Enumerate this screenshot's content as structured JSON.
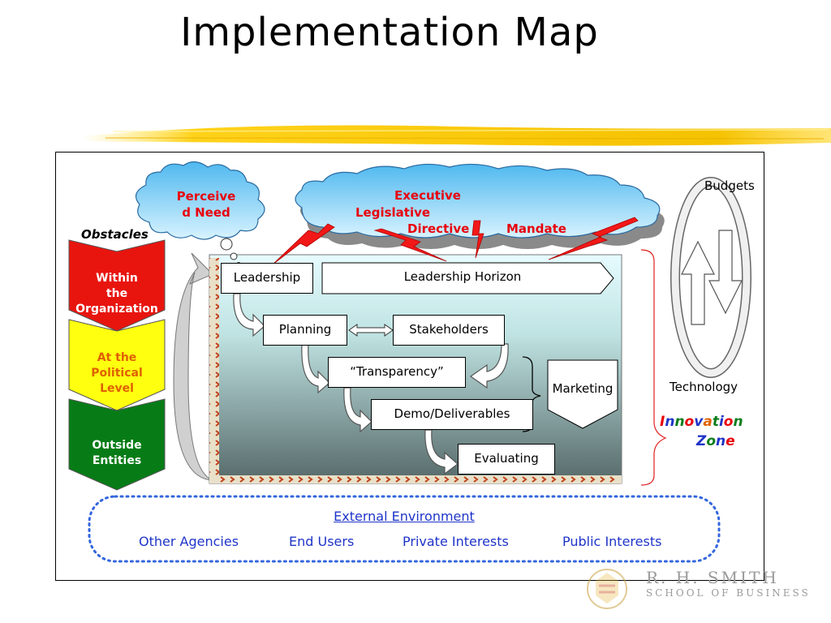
{
  "title": "Implementation Map",
  "clouds": {
    "perceived_need": [
      "Perceive",
      "d Need"
    ],
    "mandates": {
      "executive": "Executive",
      "legislative": "Legislative",
      "directive": "Directive",
      "mandate": "Mandate"
    }
  },
  "obstacles": {
    "heading": "Obstacles",
    "levels": [
      {
        "label": [
          "Within",
          "the",
          "Organization"
        ],
        "fill": "#e8150f",
        "text_color": "#ffffff"
      },
      {
        "label": [
          "At the",
          "Political",
          "Level"
        ],
        "fill": "#ffff10",
        "text_color": "#e06000"
      },
      {
        "label": [
          "Outside",
          "Entities"
        ],
        "fill": "#077c16",
        "text_color": "#ffffff"
      }
    ]
  },
  "flow": {
    "leadership": "Leadership",
    "leadership_horizon": "Leadership Horizon",
    "planning": "Planning",
    "stakeholders": "Stakeholders",
    "transparency": "“Transparency”",
    "demo": "Demo/Deliverables",
    "evaluating": "Evaluating",
    "marketing": "Marketing"
  },
  "cycle": {
    "budgets": "Budgets",
    "technology": "Technology"
  },
  "innovation": {
    "word1": "Innovation",
    "word2": "Zone",
    "letter_colors": [
      "#e8000b",
      "#1f34c8",
      "#0a7d1a",
      "#e8000b",
      "#1f34c8",
      "#e06000",
      "#0a7d1a",
      "#1f34c8",
      "#e8000b",
      "#0a7d1a"
    ],
    "zone_colors": [
      "#1f34c8",
      "#0a7d1a",
      "#1f34c8",
      "#e8000b"
    ]
  },
  "environment": {
    "heading": "External Environment",
    "items": [
      "Other Agencies",
      "End Users",
      "Private Interests",
      "Public Interests"
    ],
    "border_color": "#3366dd"
  },
  "footer": {
    "line1": "R. H. SMITH",
    "line2": "SCHOOL OF BUSINESS"
  }
}
